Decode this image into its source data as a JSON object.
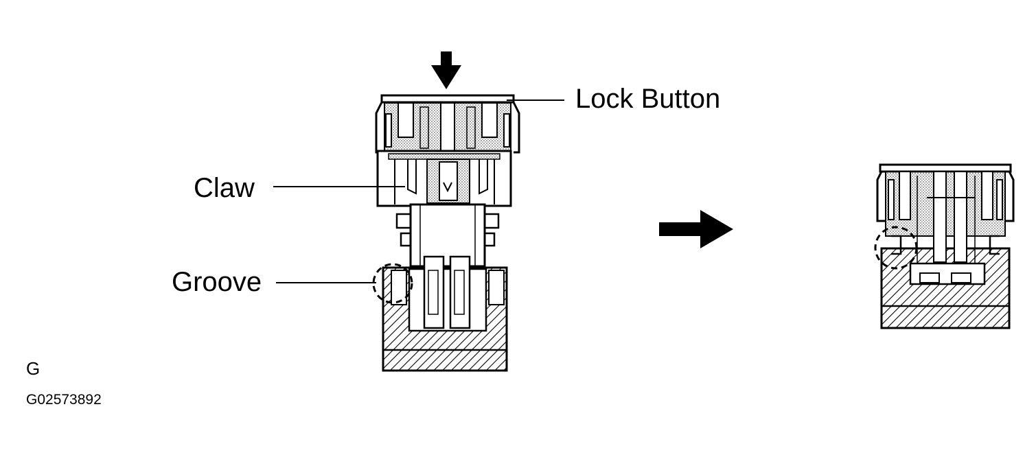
{
  "labels": {
    "lock_button": "Lock Button",
    "claw": "Claw",
    "groove": "Groove"
  },
  "footer": {
    "code": "G",
    "figure_id": "G02573892"
  },
  "colors": {
    "ink": "#000000",
    "paper": "#ffffff",
    "dot_fill": "#c8c8c8"
  },
  "icons": {
    "press_arrow": "arrow-down-icon",
    "transition_arrow": "arrow-right-icon",
    "groove_marker": "dashed-circle-icon"
  }
}
